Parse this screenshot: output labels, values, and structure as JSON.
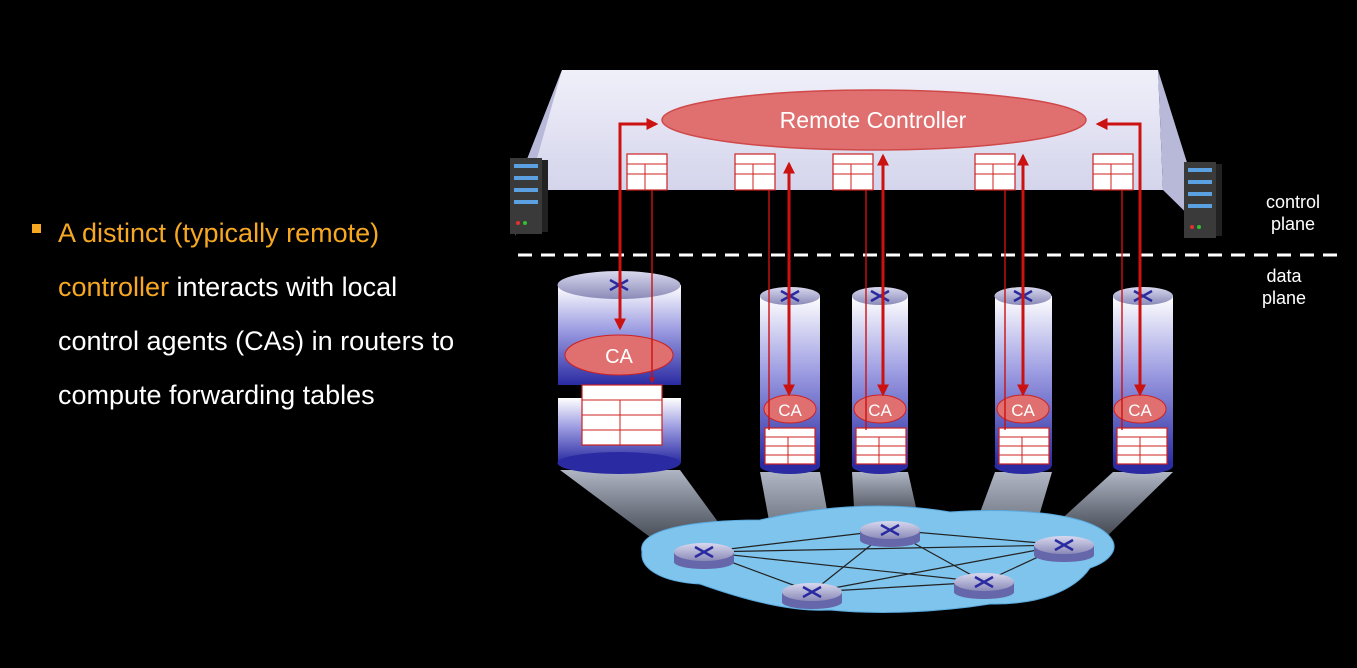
{
  "bullet": {
    "highlight": "A distinct (typically remote) controller",
    "rest": " interacts with local control agents (CAs) in routers to compute forwarding tables"
  },
  "diagram": {
    "controller_label": "Remote Controller",
    "agent_label": "CA",
    "control_plane_label": [
      "control",
      "plane"
    ],
    "data_plane_label": [
      "data",
      "plane"
    ]
  },
  "colors": {
    "accent": "#f7a823",
    "arrow": "#cc1111",
    "controller_fill": "#e07070",
    "panel": "#e4e4f4",
    "network": "#7ec4ec"
  }
}
